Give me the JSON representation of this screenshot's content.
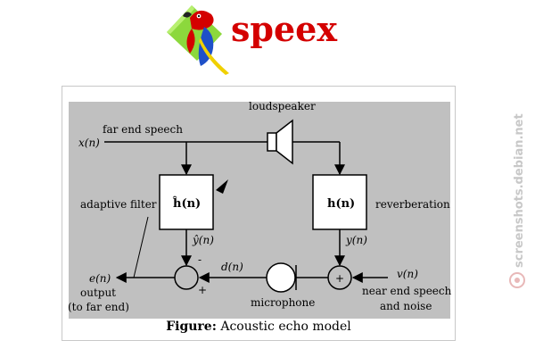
{
  "logo": {
    "text": "speex",
    "icon": "parrot-icon"
  },
  "diagram": {
    "labels": {
      "loudspeaker": "loudspeaker",
      "x_n": "x(n)",
      "far_end_speech": "far end speech",
      "adaptive_filter": "adaptive filter",
      "h_hat": "ĥ(n)",
      "h": "h(n)",
      "reverberation": "reverberation",
      "y_hat": "ŷ(n)",
      "y": "y(n)",
      "minus": "-",
      "plus_left": "+",
      "plus_right": "+",
      "d_n": "d(n)",
      "v_n": "v(n)",
      "e_n": "e(n)",
      "output": "output",
      "to_far_end": "(to far end)",
      "microphone": "microphone",
      "near_end_speech": "near end speech",
      "and_noise": "and noise"
    }
  },
  "caption": {
    "bold": "Figure:",
    "text": " Acoustic echo model"
  },
  "watermark": {
    "text": "screenshots.debian.net"
  },
  "colors": {
    "panel": "#c0c0c0",
    "accent": "#d40000",
    "frame": "#c8c8c8"
  }
}
